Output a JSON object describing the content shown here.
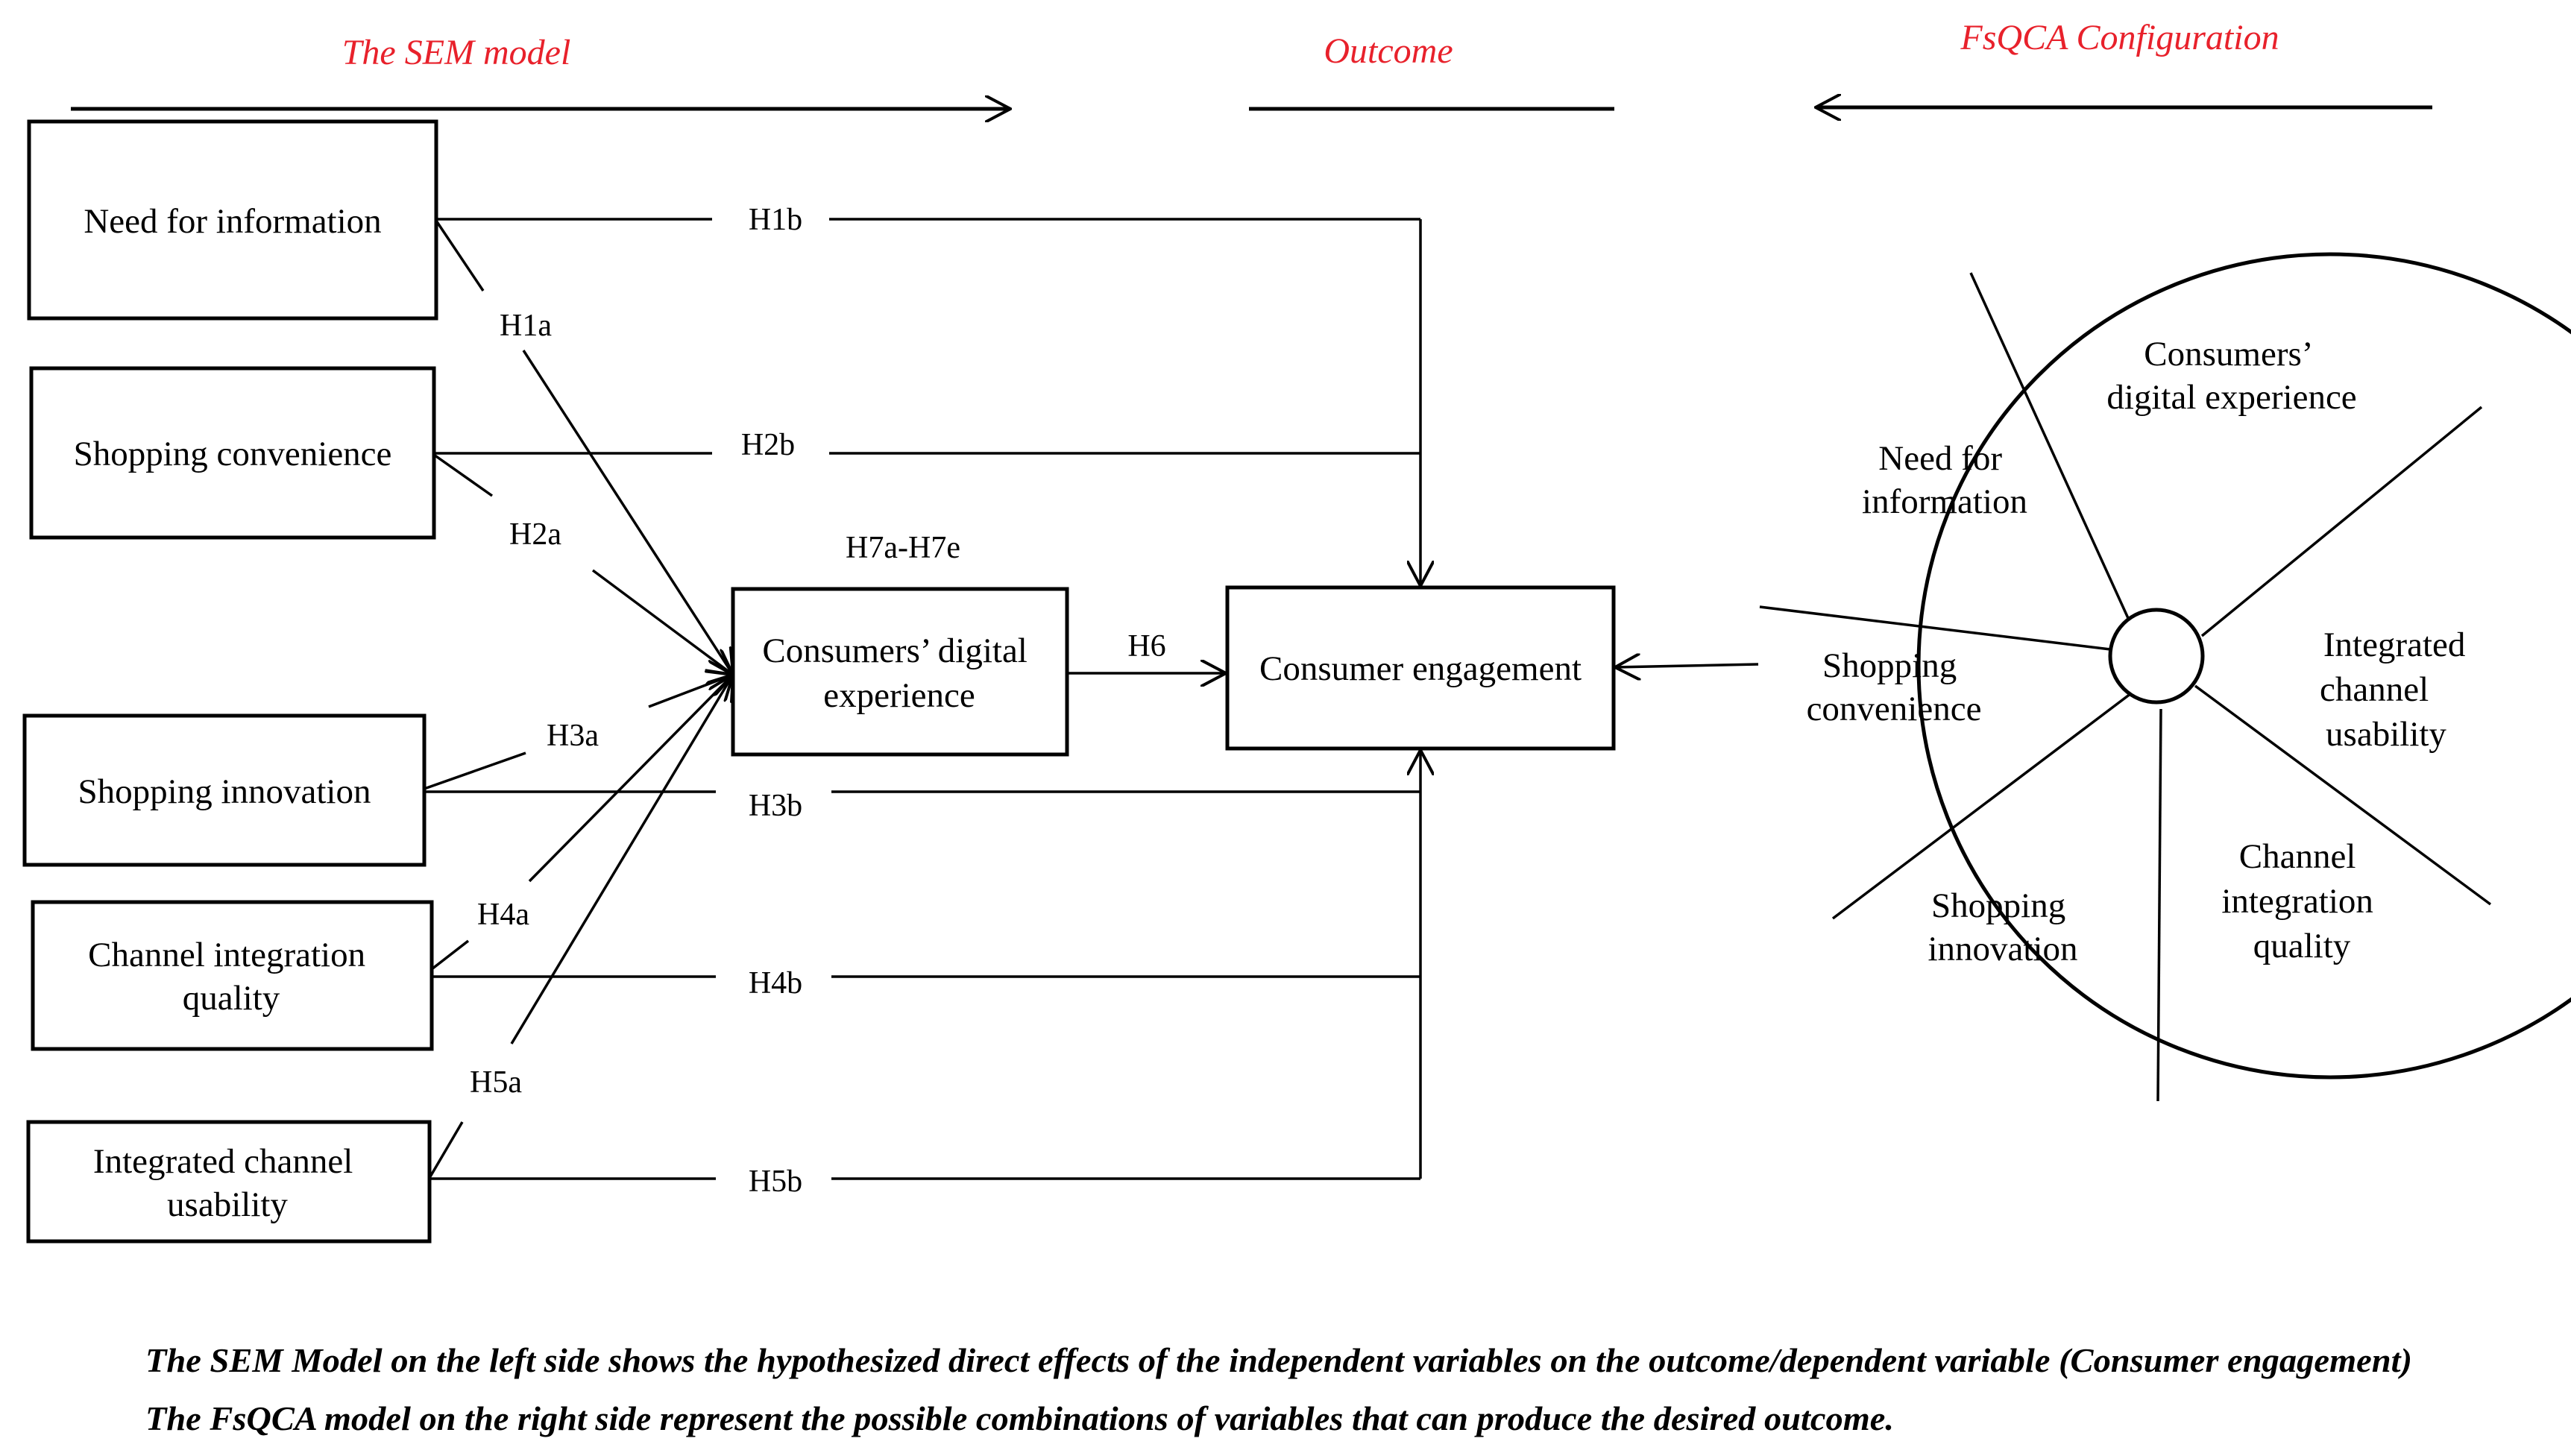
{
  "headers": {
    "sem_model": "The SEM model",
    "outcome": "Outcome",
    "fsqca": "FsQCA Configuration"
  },
  "boxes": {
    "need_for_information": "Need for information",
    "shopping_convenience": "Shopping convenience",
    "shopping_innovation": "Shopping innovation",
    "channel_integration_quality": [
      "Channel integration",
      "quality"
    ],
    "integrated_channel_usability": [
      "Integrated channel",
      "usability"
    ],
    "consumers_digital_experience": [
      "Consumers’ digital",
      "experience"
    ],
    "consumer_engagement": "Consumer engagement"
  },
  "hypotheses": {
    "h1a": "H1a",
    "h1b": "H1b",
    "h2a": "H2a",
    "h2b": "H2b",
    "h3a": "H3a",
    "h3b": "H3b",
    "h4a": "H4a",
    "h4b": "H4b",
    "h5a": "H5a",
    "h5b": "H5b",
    "h6": "H6",
    "h7": "H7a-H7e"
  },
  "wheel": {
    "need_for_information": [
      "Need for",
      "information"
    ],
    "consumers_digital_experience": [
      "Consumers’",
      "digital experience"
    ],
    "integrated_channel_usability": [
      "Integrated",
      "channel",
      "usability"
    ],
    "channel_integration_quality": [
      "Channel",
      "integration",
      "quality"
    ],
    "shopping_innovation": [
      "Shopping",
      "innovation"
    ],
    "shopping_convenience": [
      "Shopping",
      "convenience"
    ]
  },
  "caption": {
    "line1": "The SEM Model on the left side shows the hypothesized direct effects of the independent variables on the outcome/dependent variable (Consumer engagement)",
    "line2": "The FsQCA model on the right side represent the possible combinations of variables that can produce the desired outcome."
  },
  "colors": {
    "header_text": "#e8212b",
    "lines": "#000000",
    "background": "#ffffff"
  }
}
